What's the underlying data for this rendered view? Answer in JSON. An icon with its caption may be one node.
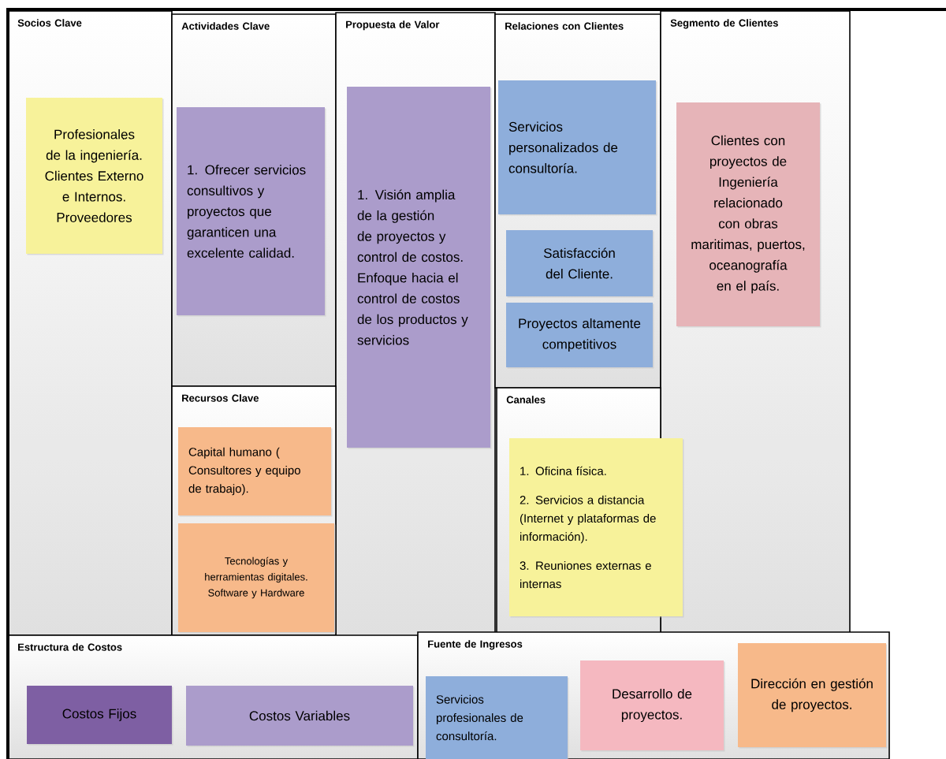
{
  "diagram": {
    "nodes": [
      {
        "text": [
          "Socios Clave"
        ]
      },
      {
        "text": [
          "Profesionales de la ingeniería. Clientes Externo e Internos. Proveedores"
        ],
        "in": 0
      },
      {
        "text": [
          "Actividades Clave"
        ]
      },
      {
        "text": [
          "1. Ofrecer servicios consultivos y proyectos que garanticen una excelente calidad."
        ],
        "in": 2
      },
      {
        "text": [
          "Propuesta de Valor"
        ]
      },
      {
        "text": [
          "1. Visión amplia de la gestión de proyectos y control de costos. Enfoque hacia el control de costos de los productos y servicios"
        ],
        "in": 4
      },
      {
        "text": [
          "Relaciones con Clientes"
        ]
      },
      {
        "text": [
          "Servicios personalizados de consultoría."
        ],
        "in": 6
      },
      {
        "text": [
          "Satisfacción del Cliente."
        ],
        "in": 6
      },
      {
        "text": [
          "Proyectos altamente competitivos"
        ],
        "in": 6
      },
      {
        "text": [
          "Segmento de Clientes"
        ]
      },
      {
        "text": [
          "Clientes con proyectos de Ingeniería relacionado con obras maritimas, puertos, oceanografía en el país."
        ],
        "in": 10
      },
      {
        "text": [
          "Recursos Clave"
        ]
      },
      {
        "text": [
          "Capital humano ( Consultores y equipo de trabajo)."
        ],
        "in": 12
      },
      {
        "text": [
          "Tecnologías y herramientas digitales. Software y Hardware"
        ],
        "in": 12
      },
      {
        "text": [
          "Canales"
        ]
      },
      {
        "text": [
          "1. Oficina física.",
          "2. Servicios a distancia (Internet y plataformas de información).",
          "3. Reuniones externas e internas"
        ],
        "in": 15
      },
      {
        "text": [
          "Estructura de Costos"
        ]
      },
      {
        "text": [
          "Costos Fijos"
        ],
        "in": 17
      },
      {
        "text": [
          "Costos Variables"
        ],
        "in": 17
      },
      {
        "text": [
          "Fuente de Ingresos"
        ]
      },
      {
        "text": [
          "Servicios profesionales de consultoría."
        ],
        "in": 20
      },
      {
        "text": [
          "Desarrollo de proyectos."
        ],
        "in": 20
      },
      {
        "text": [
          "Dirección en gestión de proyectos."
        ],
        "in": 20
      }
    ]
  }
}
